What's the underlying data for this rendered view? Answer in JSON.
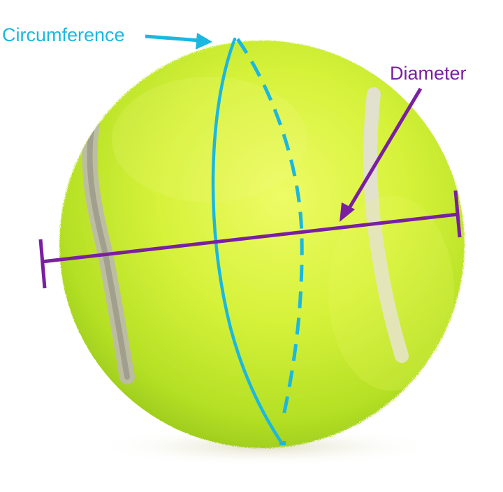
{
  "diagram": {
    "subject": "tennis ball",
    "labels": {
      "circumference": "Circumference",
      "diameter": "Diameter"
    },
    "colors": {
      "circumference": "#1ab8e0",
      "diameter": "#7a1fa2",
      "ball_light": "#e6f74a",
      "ball_mid": "#bfe62a",
      "ball_dark": "#8fc01c",
      "seam": "#d9d6cc",
      "background": "#ffffff"
    }
  }
}
